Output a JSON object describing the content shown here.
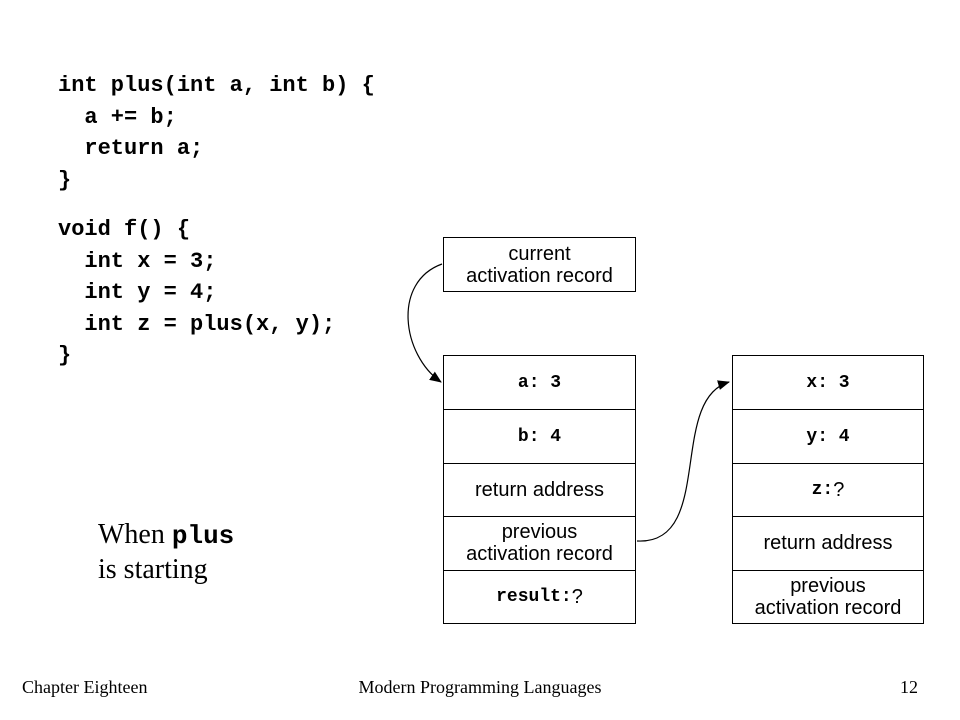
{
  "code": {
    "plus_fn": [
      "int plus(int a, int b) {",
      "  a += b;",
      "  return a;",
      "}"
    ],
    "f_fn": [
      "void f() {",
      "  int x = 3;",
      "  int y = 4;",
      "  int z = plus(x, y);",
      "}"
    ]
  },
  "diagram": {
    "current_record": [
      "current",
      "activation record"
    ],
    "plus_record": {
      "a": "a: 3",
      "b": "b: 4",
      "return_address": "return address",
      "previous": [
        "previous",
        "activation record"
      ],
      "result_label": "result:",
      "result_value": " ?"
    },
    "f_record": {
      "x": "x: 3",
      "y": "y: 4",
      "z_label": "z:",
      "z_value": " ?",
      "return_address": "return address",
      "previous": [
        "previous",
        "activation record"
      ]
    }
  },
  "caption": {
    "prefix": "When ",
    "keyword": "plus",
    "line2": "is starting"
  },
  "footer": {
    "left": "Chapter Eighteen",
    "center": "Modern Programming Languages",
    "page": "12"
  }
}
